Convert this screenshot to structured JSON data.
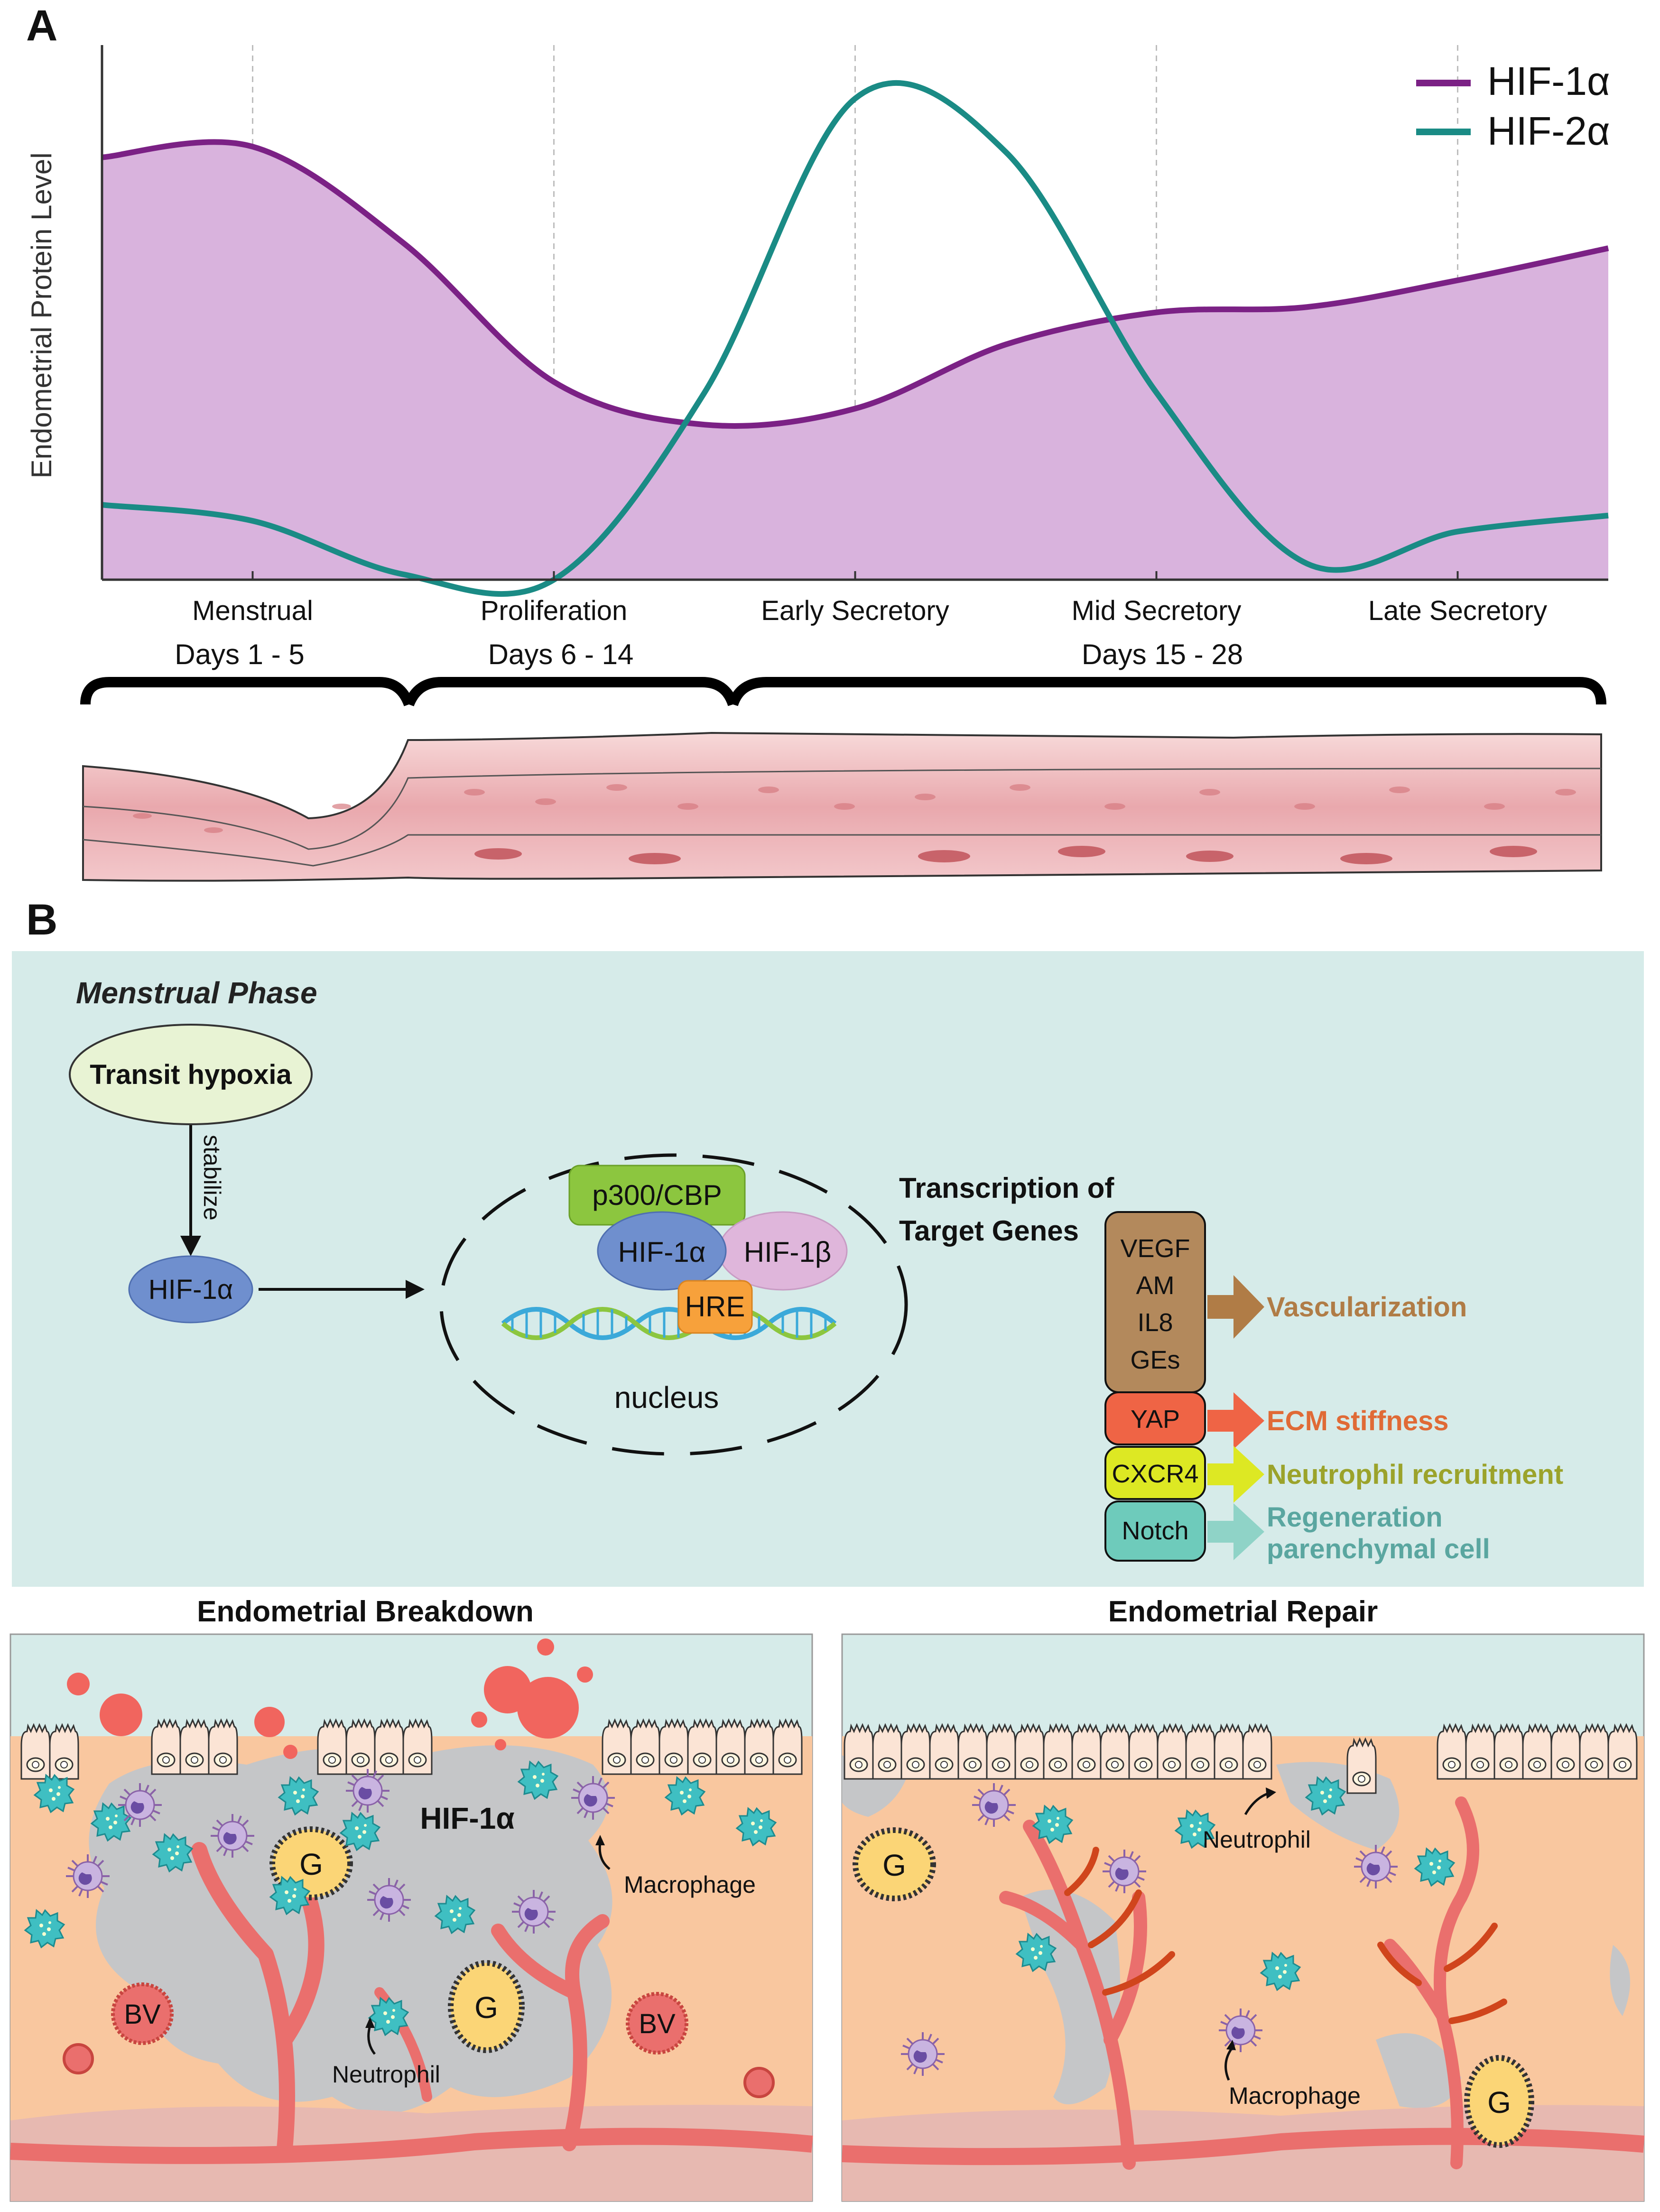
{
  "panel_a": {
    "label": "A",
    "chart_data": {
      "type": "area",
      "ylabel": "Endometrial Protein Level",
      "xlabel": "",
      "categories": [
        "Menstrual",
        "Proliferation",
        "Early Secretory",
        "Mid Secretory",
        "Late Secretory"
      ],
      "x_range": [
        0,
        10
      ],
      "ylim": [
        0,
        1
      ],
      "grid": "vertical dashed at phase centers",
      "legend_position": "top-right",
      "series": [
        {
          "name": "HIF-1α",
          "color": "#7b2185",
          "fill": "#d9b3dd",
          "x": [
            0,
            1,
            2,
            3,
            4,
            5,
            6,
            7,
            8,
            9,
            10
          ],
          "y": [
            0.79,
            0.81,
            0.63,
            0.37,
            0.29,
            0.32,
            0.44,
            0.5,
            0.51,
            0.56,
            0.62
          ]
        },
        {
          "name": "HIF-2α",
          "color": "#1a8b85",
          "x": [
            0,
            1,
            2,
            3,
            4,
            5,
            6,
            7,
            8,
            9,
            10
          ],
          "y": [
            0.14,
            0.11,
            0.01,
            0.0,
            0.35,
            0.9,
            0.8,
            0.35,
            0.03,
            0.09,
            0.12
          ]
        }
      ]
    },
    "days": [
      "Days 1 - 5",
      "Days 6 - 14",
      "Days 15 - 28"
    ]
  },
  "panel_b": {
    "label": "B",
    "phase": "Menstrual Phase",
    "hypoxia": "Transit hypoxia",
    "stabilize": "stabilize",
    "hif1a": "HIF-1α",
    "p300": "p300/CBP",
    "hif1a_complex": "HIF-1α",
    "hif1b": "HIF-1β",
    "hre": "HRE",
    "nucleus": "nucleus",
    "transcription_line1": "Transcription of",
    "transcription_line2": "Target Genes",
    "genes_group": [
      "VEGF",
      "AM",
      "IL8",
      "GEs"
    ],
    "outcomes": {
      "vascularization": "Vascularization",
      "yap": "YAP",
      "ecm": "ECM stiffness",
      "cxcr4": "CXCR4",
      "neutrophil_recruitment": "Neutrophil recruitment",
      "notch": "Notch",
      "regeneration_line1": "Regeneration",
      "regeneration_line2": "parenchymal cell"
    },
    "colors": {
      "genes_box": "#b3895c",
      "vascularization": "#b07c46",
      "yap": "#ef6445",
      "ecm": "#e06a36",
      "cxcr4": "#dde823",
      "neutrophil": "#9ba32b",
      "notch": "#6ecbbb",
      "regeneration": "#5aa6a0",
      "background": "#d6ebe9"
    }
  },
  "breakdown": {
    "title": "Endometrial Breakdown",
    "hif_label": "HIF-1α",
    "macrophage": "Macrophage",
    "neutrophil": "Neutrophil",
    "g": "G",
    "bv": "BV"
  },
  "repair": {
    "title": "Endometrial Repair",
    "neutrophil": "Neutrophil",
    "macrophage": "Macrophage",
    "g": "G"
  }
}
